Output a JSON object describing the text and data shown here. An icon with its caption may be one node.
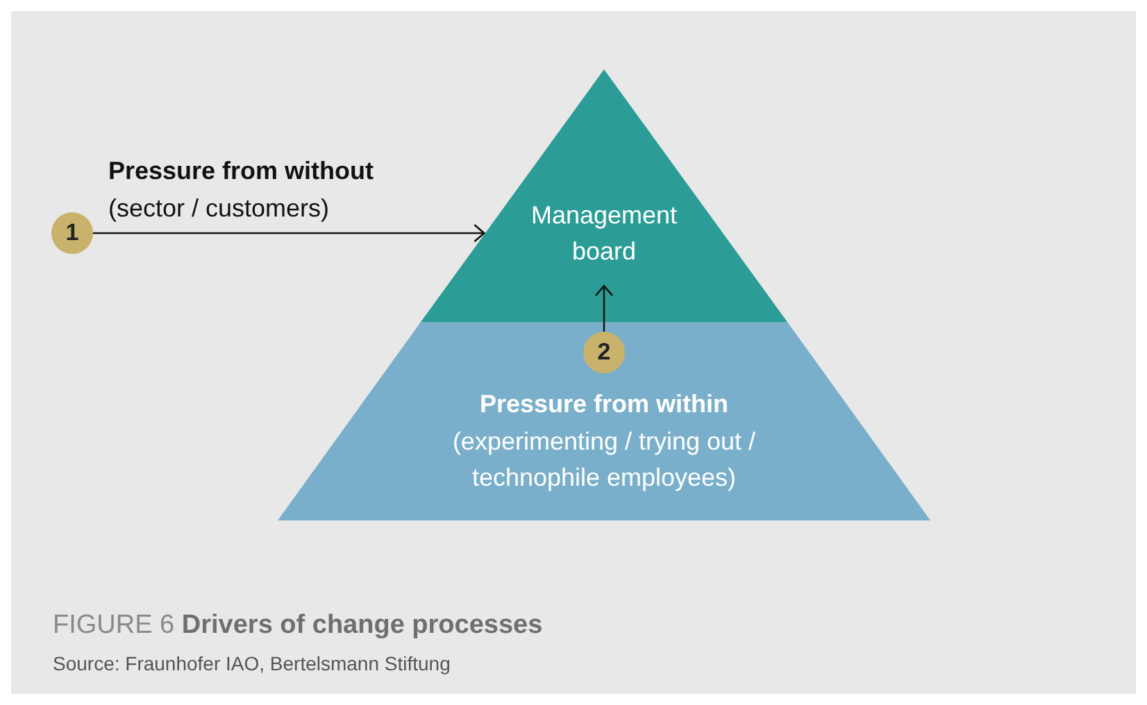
{
  "diagram": {
    "caption": "FIGURE 6 **Drivers of change processes**",
    "nodes": [
      {
        "text": [
          "Management board"
        ]
      },
      {
        "text": [
          "Pressure from within",
          "(experimenting / trying out / technophile employees)"
        ]
      },
      {
        "text": [
          "1"
        ]
      },
      {
        "text": [
          "2"
        ],
        "in": 1
      }
    ],
    "edges": [
      {
        "from": 2,
        "to": 0,
        "arrow": "to",
        "label": "**Pressure from without** (sector / customers)"
      },
      {
        "from": 3,
        "to": 0,
        "arrow": "to"
      }
    ],
    "labels": [
      "Source: Fraunhofer IAO, Bertelsmann Stiftung"
    ]
  }
}
